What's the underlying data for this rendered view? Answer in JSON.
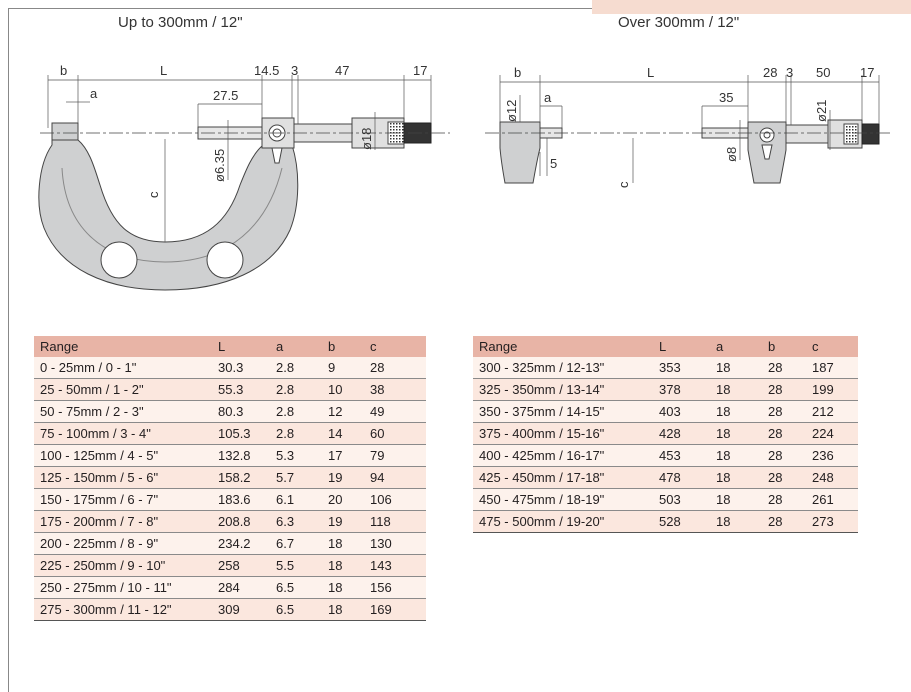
{
  "headings": {
    "left": "Up to 300mm / 12\"",
    "right": "Over 300mm / 12\""
  },
  "left_dims": {
    "b": "b",
    "a": "a",
    "L": "L",
    "d145": "14.5",
    "d3": "3",
    "d47": "47",
    "d17": "17",
    "d275": "27.5",
    "d635": "ø6.35",
    "c": "c",
    "d18": "ø18"
  },
  "right_dims": {
    "b": "b",
    "a": "a",
    "L": "L",
    "d28": "28",
    "d3": "3",
    "d50": "50",
    "d17": "17",
    "d35": "35",
    "d12": "ø12",
    "d5": "5",
    "c": "c",
    "d8": "ø8",
    "d21": "ø21"
  },
  "table_left": {
    "headers": [
      "Range",
      "L",
      "a",
      "b",
      "c"
    ],
    "rows": [
      [
        "0 - 25mm / 0 - 1\"",
        "30.3",
        "2.8",
        "9",
        "28"
      ],
      [
        "25 - 50mm / 1 - 2\"",
        "55.3",
        "2.8",
        "10",
        "38"
      ],
      [
        "50 - 75mm / 2 - 3\"",
        "80.3",
        "2.8",
        "12",
        "49"
      ],
      [
        "75 - 100mm / 3 - 4\"",
        "105.3",
        "2.8",
        "14",
        "60"
      ],
      [
        "100 - 125mm / 4 - 5\"",
        "132.8",
        "5.3",
        "17",
        "79"
      ],
      [
        "125 - 150mm / 5 - 6\"",
        "158.2",
        "5.7",
        "19",
        "94"
      ],
      [
        "150 - 175mm / 6 - 7\"",
        "183.6",
        "6.1",
        "20",
        "106"
      ],
      [
        "175 - 200mm / 7 - 8\"",
        "208.8",
        "6.3",
        "19",
        "118"
      ],
      [
        "200 - 225mm / 8 - 9\"",
        "234.2",
        "6.7",
        "18",
        "130"
      ],
      [
        "225 - 250mm / 9 - 10\"",
        "258",
        "5.5",
        "18",
        "143"
      ],
      [
        "250 - 275mm / 10 - 11\"",
        "284",
        "6.5",
        "18",
        "156"
      ],
      [
        "275 - 300mm / 11 - 12\"",
        "309",
        "6.5",
        "18",
        "169"
      ]
    ]
  },
  "table_right": {
    "headers": [
      "Range",
      "L",
      "a",
      "b",
      "c"
    ],
    "rows": [
      [
        "300 - 325mm / 12-13\"",
        "353",
        "18",
        "28",
        "187"
      ],
      [
        "325 - 350mm / 13-14\"",
        "378",
        "18",
        "28",
        "199"
      ],
      [
        "350 - 375mm / 14-15\"",
        "403",
        "18",
        "28",
        "212"
      ],
      [
        "375 - 400mm / 15-16\"",
        "428",
        "18",
        "28",
        "224"
      ],
      [
        "400 - 425mm / 16-17\"",
        "453",
        "18",
        "28",
        "236"
      ],
      [
        "425 - 450mm / 17-18\"",
        "478",
        "18",
        "28",
        "248"
      ],
      [
        "450 - 475mm / 18-19\"",
        "503",
        "18",
        "28",
        "261"
      ],
      [
        "475 - 500mm / 19-20\"",
        "528",
        "18",
        "28",
        "273"
      ]
    ]
  },
  "colors": {
    "header_bg": "#e8b4a6",
    "row_odd": "#fdf2ec",
    "row_even": "#fbe7de",
    "frame_fill": "#cfd0d1"
  }
}
